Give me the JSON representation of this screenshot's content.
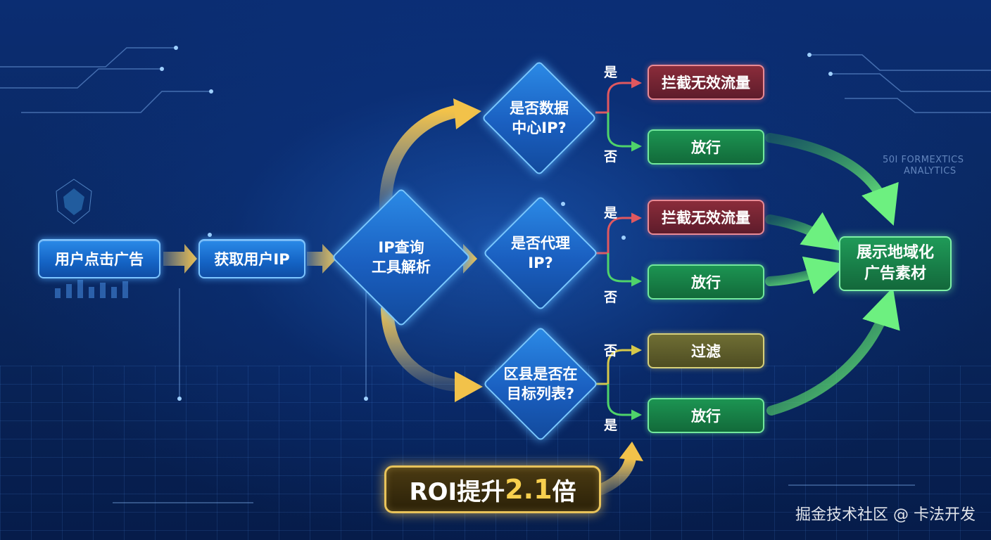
{
  "nodes": {
    "user_click": "用户点击广告",
    "get_ip": "获取用户IP",
    "ip_query": "IP查询\n工具解析",
    "is_datacenter": "是否数据\n中心IP?",
    "is_proxy": "是否代理\nIP?",
    "in_target_list": "区县是否在\n目标列表?",
    "block_1": "拦截无效流量",
    "allow_1": "放行",
    "block_2": "拦截无效流量",
    "allow_2": "放行",
    "filter": "过滤",
    "allow_3": "放行",
    "show_ads": "展示地域化\n广告素材"
  },
  "edge_labels": {
    "dc_yes": "是",
    "dc_no": "否",
    "proxy_yes": "是",
    "proxy_no": "否",
    "target_no": "否",
    "target_yes": "是"
  },
  "roi": {
    "prefix": "ROI提升",
    "value": "2.1",
    "suffix": "倍"
  },
  "deco": {
    "analytics_1": "50I FORMEXTICS",
    "analytics_2": "ANALYTICS"
  },
  "watermark": "掘金技术社区 @ 卡法开发",
  "colors": {
    "arrow_gold": "#f2c24a",
    "arrow_green": "#5fe26e",
    "line_red": "#e0585f",
    "line_green": "#4fd36a",
    "line_olive": "#d6c84a"
  }
}
